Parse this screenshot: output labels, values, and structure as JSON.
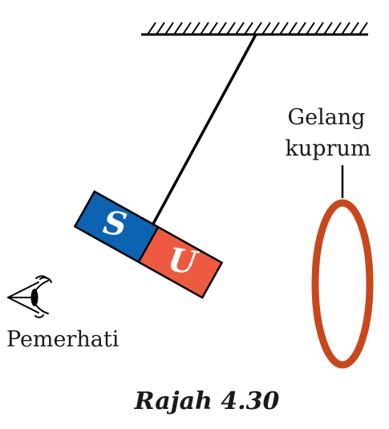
{
  "labels": {
    "ring_line1": "Gelang",
    "ring_line2": "kuprum",
    "observer": "Pemerhati",
    "caption": "Rajah 4.30",
    "pole_s": "S",
    "pole_u": "U"
  },
  "colors": {
    "pole_s": "#0c63b2",
    "pole_u": "#ee5a40",
    "ring": "#c8481c",
    "line": "#000000"
  },
  "icons": {
    "ceiling": "hatched-ceiling",
    "observer": "eye-icon"
  }
}
